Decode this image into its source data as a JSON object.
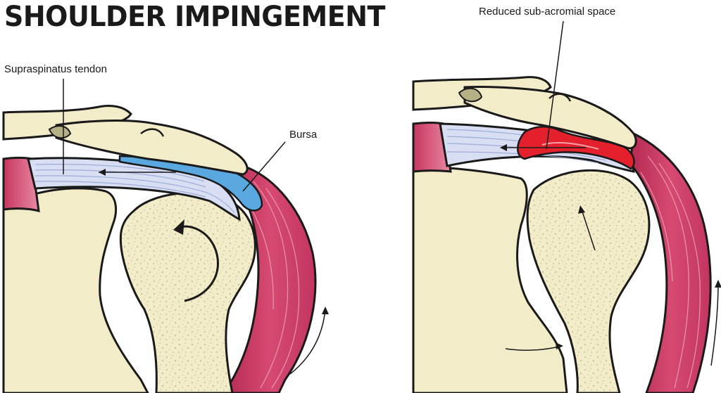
{
  "title": "SHOULDER IMPINGEMENT",
  "labels": {
    "supraspinatus_tendon": "Supraspinatus tendon",
    "bursa": "Bursa",
    "reduced_space": "Reduced sub-acromial space"
  },
  "colors": {
    "outline": "#1a1a1a",
    "bone": "#f3ecc9",
    "bone_texture": "#d9d3ad",
    "acromion_shadow": "#b6b087",
    "tendon": "#d9dff3",
    "tendon_stripe": "#a9b3dc",
    "muscle": "#c8355e",
    "muscle_light": "#e98aa4",
    "bursa": "#5aa8e0",
    "bursa_light": "#9cc9ee",
    "inflamed": "#e3202b"
  }
}
